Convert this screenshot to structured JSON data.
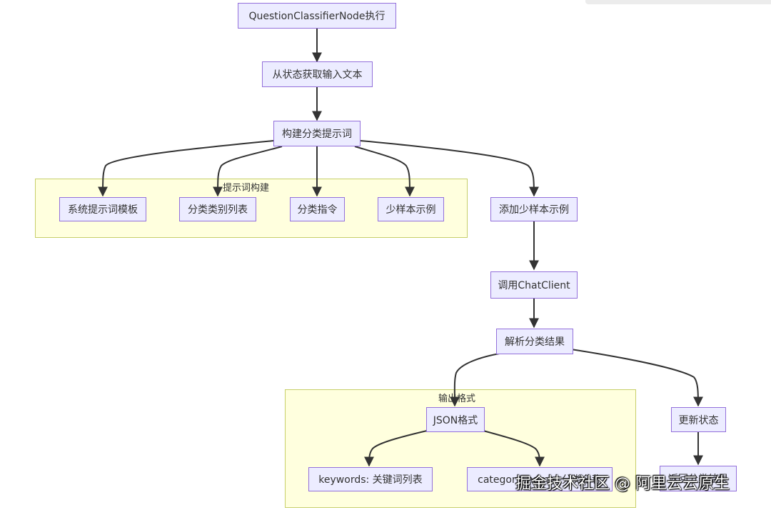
{
  "nodes": {
    "n1": "QuestionClassifierNode执行",
    "n2": "从状态获取输入文本",
    "n3": "构建分类提示词",
    "n4": "系统提示词模板",
    "n5": "分类类别列表",
    "n6": "分类指令",
    "n7": "少样本示例",
    "n8": "添加少样本示例",
    "n9": "调用ChatClient",
    "n10": "解析分类结果",
    "n11": "JSON格式",
    "n12": "keywords: 关键词列表",
    "n13": "category_name: 分类名称",
    "n14": "更新状态",
    "n15": "返回分类结果"
  },
  "clusters": {
    "prompt": "提示词构建",
    "output": "输出格式"
  },
  "watermark": "掘金技术社区 @ 阿里云云原生",
  "colors": {
    "node_fill": "#ececff",
    "node_border": "#9370db",
    "cluster_fill": "#ffffde",
    "cluster_border": "#c7cf6a",
    "edge": "#333333"
  }
}
